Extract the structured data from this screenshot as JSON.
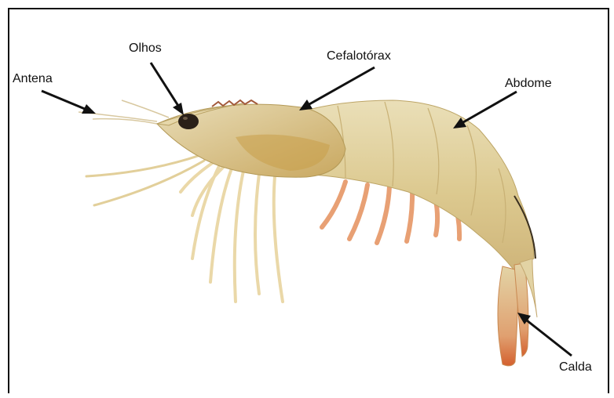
{
  "diagram": {
    "labels": {
      "antena": "Antena",
      "olhos": "Olhos",
      "cefalotorax": "Cefalotórax",
      "abdome": "Abdome",
      "calda": "Calda"
    }
  }
}
